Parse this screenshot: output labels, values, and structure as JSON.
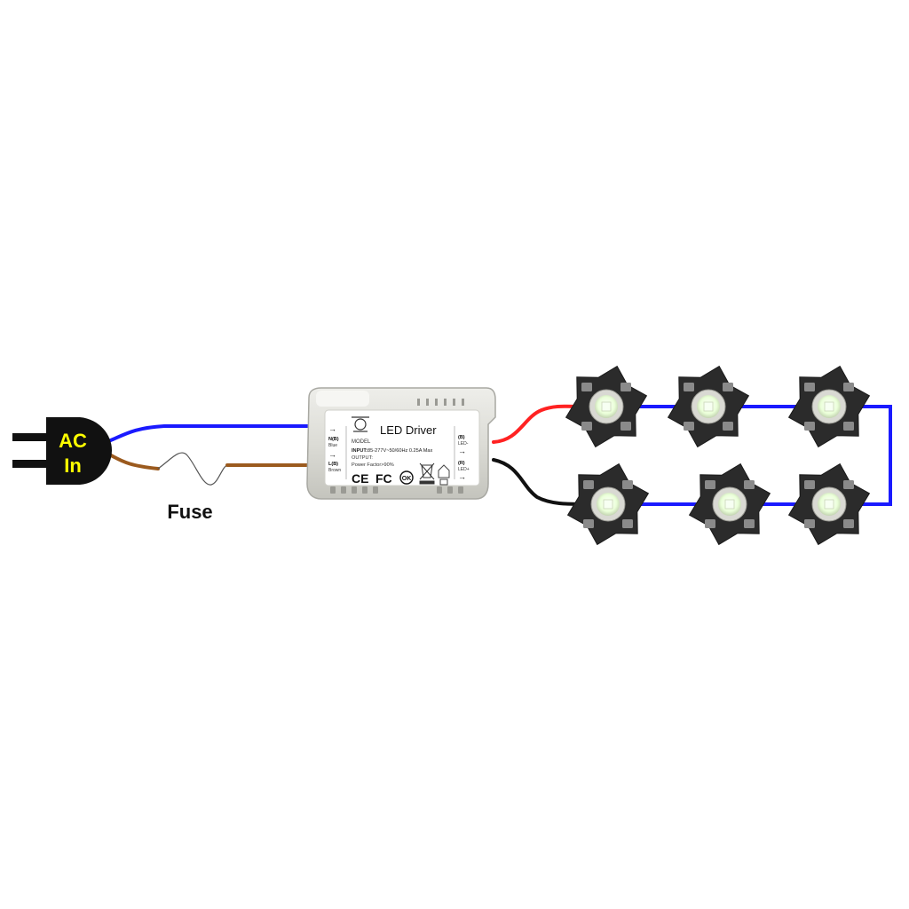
{
  "plug": {
    "line1": "AC",
    "line2": "In",
    "body_color": "#111111",
    "text_color": "#ffff00"
  },
  "fuse": {
    "label": "Fuse"
  },
  "driver": {
    "title": "LED Driver",
    "model_label": "MODEL",
    "input_label": "INPUT:",
    "input_value": "85-277V~50/60Hz 0.25A Max",
    "output_label": "OUTPUT:",
    "power_factor": "Power Factor>90%",
    "left_terminal_top": "N(B)",
    "left_terminal_top_sub": "Blue",
    "left_terminal_bottom": "L(B)",
    "left_terminal_bottom_sub": "Brown",
    "right_terminal_top": "(B)",
    "right_terminal_top_sub": "LED-",
    "right_terminal_bottom": "(R)",
    "right_terminal_bottom_sub": "LED+",
    "mark_ce": "CE",
    "mark_fc": "FC",
    "mark_ok": "OK"
  },
  "wires": {
    "neutral_color": "#1a1aff",
    "live_color": "#9b5a1e",
    "positive_color": "#ff2222",
    "negative_color": "#111111",
    "series_color": "#1a1aff"
  },
  "leds": {
    "count": 6,
    "pcb_color": "#2b2b2b",
    "pad_color": "#8a8a8a",
    "emitter_color": "#f7fff2"
  }
}
